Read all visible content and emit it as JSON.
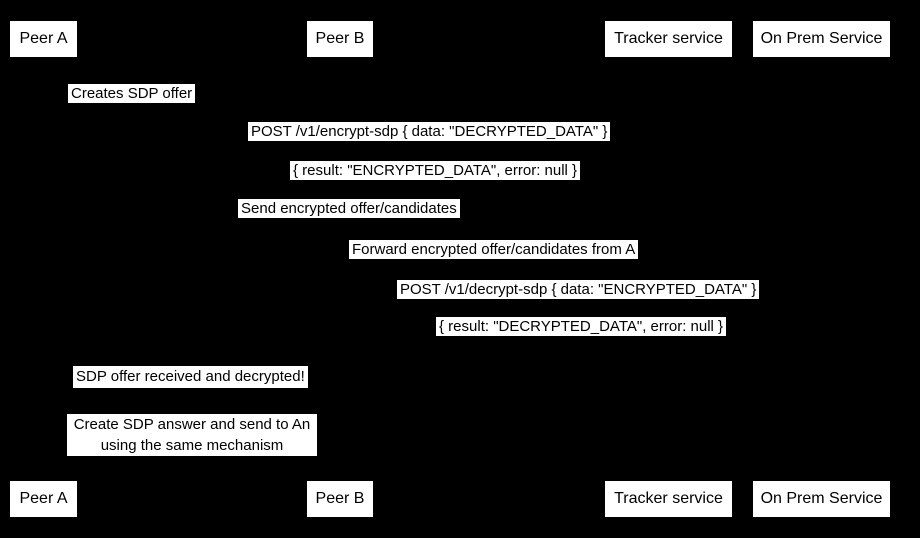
{
  "colors": {
    "background": "#000000",
    "box_fill": "#ffffff",
    "text": "#000000"
  },
  "diagram_type": "sequence-diagram",
  "actors": [
    {
      "label": "Peer A"
    },
    {
      "label": "Peer B"
    },
    {
      "label": "Tracker service"
    },
    {
      "label": "On Prem Service"
    }
  ],
  "messages": [
    {
      "text": "Creates SDP offer"
    },
    {
      "text": "POST /v1/encrypt-sdp { data: \"DECRYPTED_DATA\" }"
    },
    {
      "text": "{ result: \"ENCRYPTED_DATA\", error: null }"
    },
    {
      "text": "Send encrypted offer/candidates"
    },
    {
      "text": "Forward encrypted offer/candidates from A"
    },
    {
      "text": "POST /v1/decrypt-sdp { data: \"ENCRYPTED_DATA\" }"
    },
    {
      "text": "{ result: \"DECRYPTED_DATA\", error: null }"
    },
    {
      "text": "SDP offer received and decrypted!"
    },
    {
      "text": "Create SDP answer and send to An\nusing the same mechanism"
    }
  ]
}
